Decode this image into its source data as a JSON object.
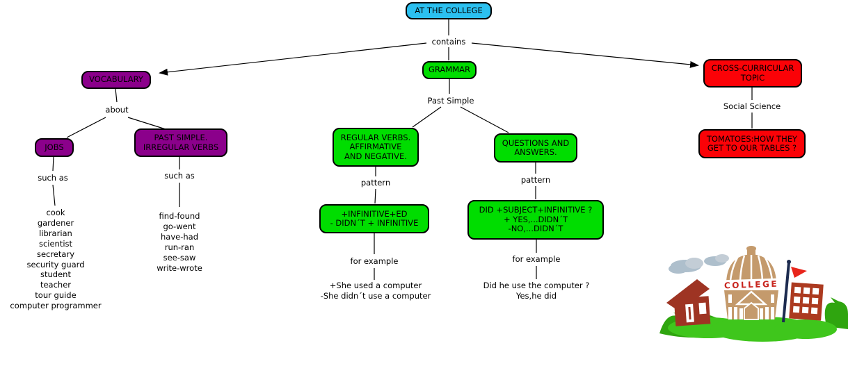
{
  "diagram": {
    "root": {
      "label": "AT THE COLLEGE",
      "color": "#2BC0F0"
    },
    "links": {
      "contains": "contains",
      "about": "about",
      "such_as_jobs": "such as",
      "such_as_verbs": "such as",
      "past_simple": "Past Simple",
      "pattern_regular": "pattern",
      "pattern_questions": "pattern",
      "for_example_regular": "for example",
      "for_example_questions": "for example",
      "social_science": "Social Science"
    },
    "nodes": {
      "vocabulary": {
        "label": "VOCABULARY",
        "color": "#8B008B"
      },
      "jobs": {
        "label": "JOBS",
        "color": "#8B008B"
      },
      "irregular_verbs": {
        "label": [
          "PAST SIMPLE.",
          "IRREGULAR VERBS"
        ],
        "color": "#8B008B"
      },
      "grammar": {
        "label": "GRAMMAR",
        "color": "#00DD00"
      },
      "regular_verbs": {
        "label": [
          "REGULAR VERBS.",
          "AFFIRMATIVE",
          "AND NEGATIVE."
        ],
        "color": "#00DD00"
      },
      "questions_answers": {
        "label": [
          "QUESTIONS AND",
          "ANSWERS."
        ],
        "color": "#00DD00"
      },
      "regular_pattern": {
        "label": [
          "+INFINITIVE+ED",
          "- DIDN´T + INFINITIVE"
        ],
        "color": "#00DD00"
      },
      "questions_pattern": {
        "label": [
          "DID +SUBJECT+INFINITIVE ?",
          "+ YES,...DIDN´T",
          "-NO,...DIDN´T"
        ],
        "color": "#00DD00"
      },
      "cross_curricular": {
        "label": [
          "CROSS-CURRICULAR",
          "TOPIC"
        ],
        "color": "#FB0207"
      },
      "tomatoes": {
        "label": [
          "TOMATOES:HOW THEY",
          "GET TO OUR TABLES ?"
        ],
        "color": "#FB0207"
      }
    },
    "lists": {
      "jobs": [
        "cook",
        "gardener",
        "librarian",
        "scientist",
        "secretary",
        "security guard",
        "student",
        "teacher",
        "tour guide",
        "computer programmer"
      ],
      "irregular_verbs": [
        "find-found",
        "go-went",
        "have-had",
        "run-ran",
        "see-saw",
        "write-wrote"
      ],
      "regular_examples": [
        "+She used a computer",
        "-She didn´t use a computer"
      ],
      "question_examples": [
        "Did he use the computer ?",
        "Yes,he did"
      ]
    },
    "clipart": {
      "college_sign": "COLLEGE"
    }
  }
}
